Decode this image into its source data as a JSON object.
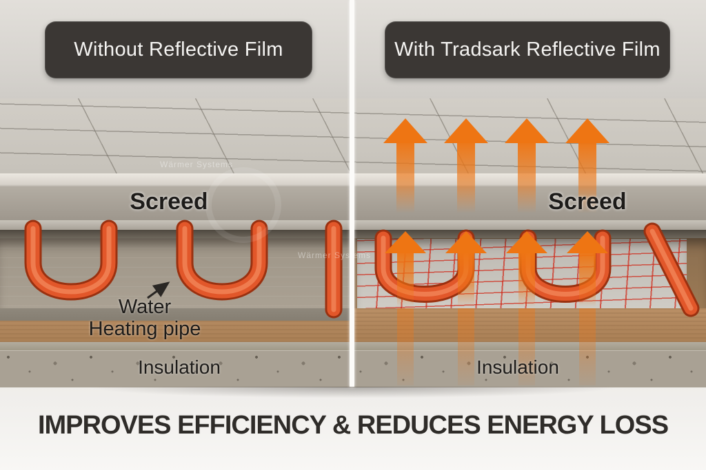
{
  "badges": {
    "left_label": "Without Reflective Film",
    "right_label": "With Tradsark Reflective Film"
  },
  "left_panel": {
    "screed_label": "Screed",
    "pipe_label_line1": "Water",
    "pipe_label_line2": "Heating pipe",
    "insulation_label": "Insulation"
  },
  "right_panel": {
    "screed_label": "Screed",
    "insulation_label": "Insulation"
  },
  "headline": "IMPROVES EFFICIENCY & REDUCES ENERGY LOSS",
  "watermark": "Wärmer Systems",
  "icons": {
    "heat_arrow": "heat-arrow-icon",
    "pipe_pointer": "arrow-pointer-icon"
  },
  "colors": {
    "badge_bg": "#3b3734",
    "badge_text": "#f5f4f2",
    "heat_arrow_orange": "#ee7513",
    "pipe_orange": "#e2572a",
    "mesh_grid_red": "#d02818",
    "headline_text": "#2f2c29",
    "wall_gray": "#d6d3ce",
    "insulation_gray": "#a9a194",
    "wood_tan": "#a97f55"
  }
}
